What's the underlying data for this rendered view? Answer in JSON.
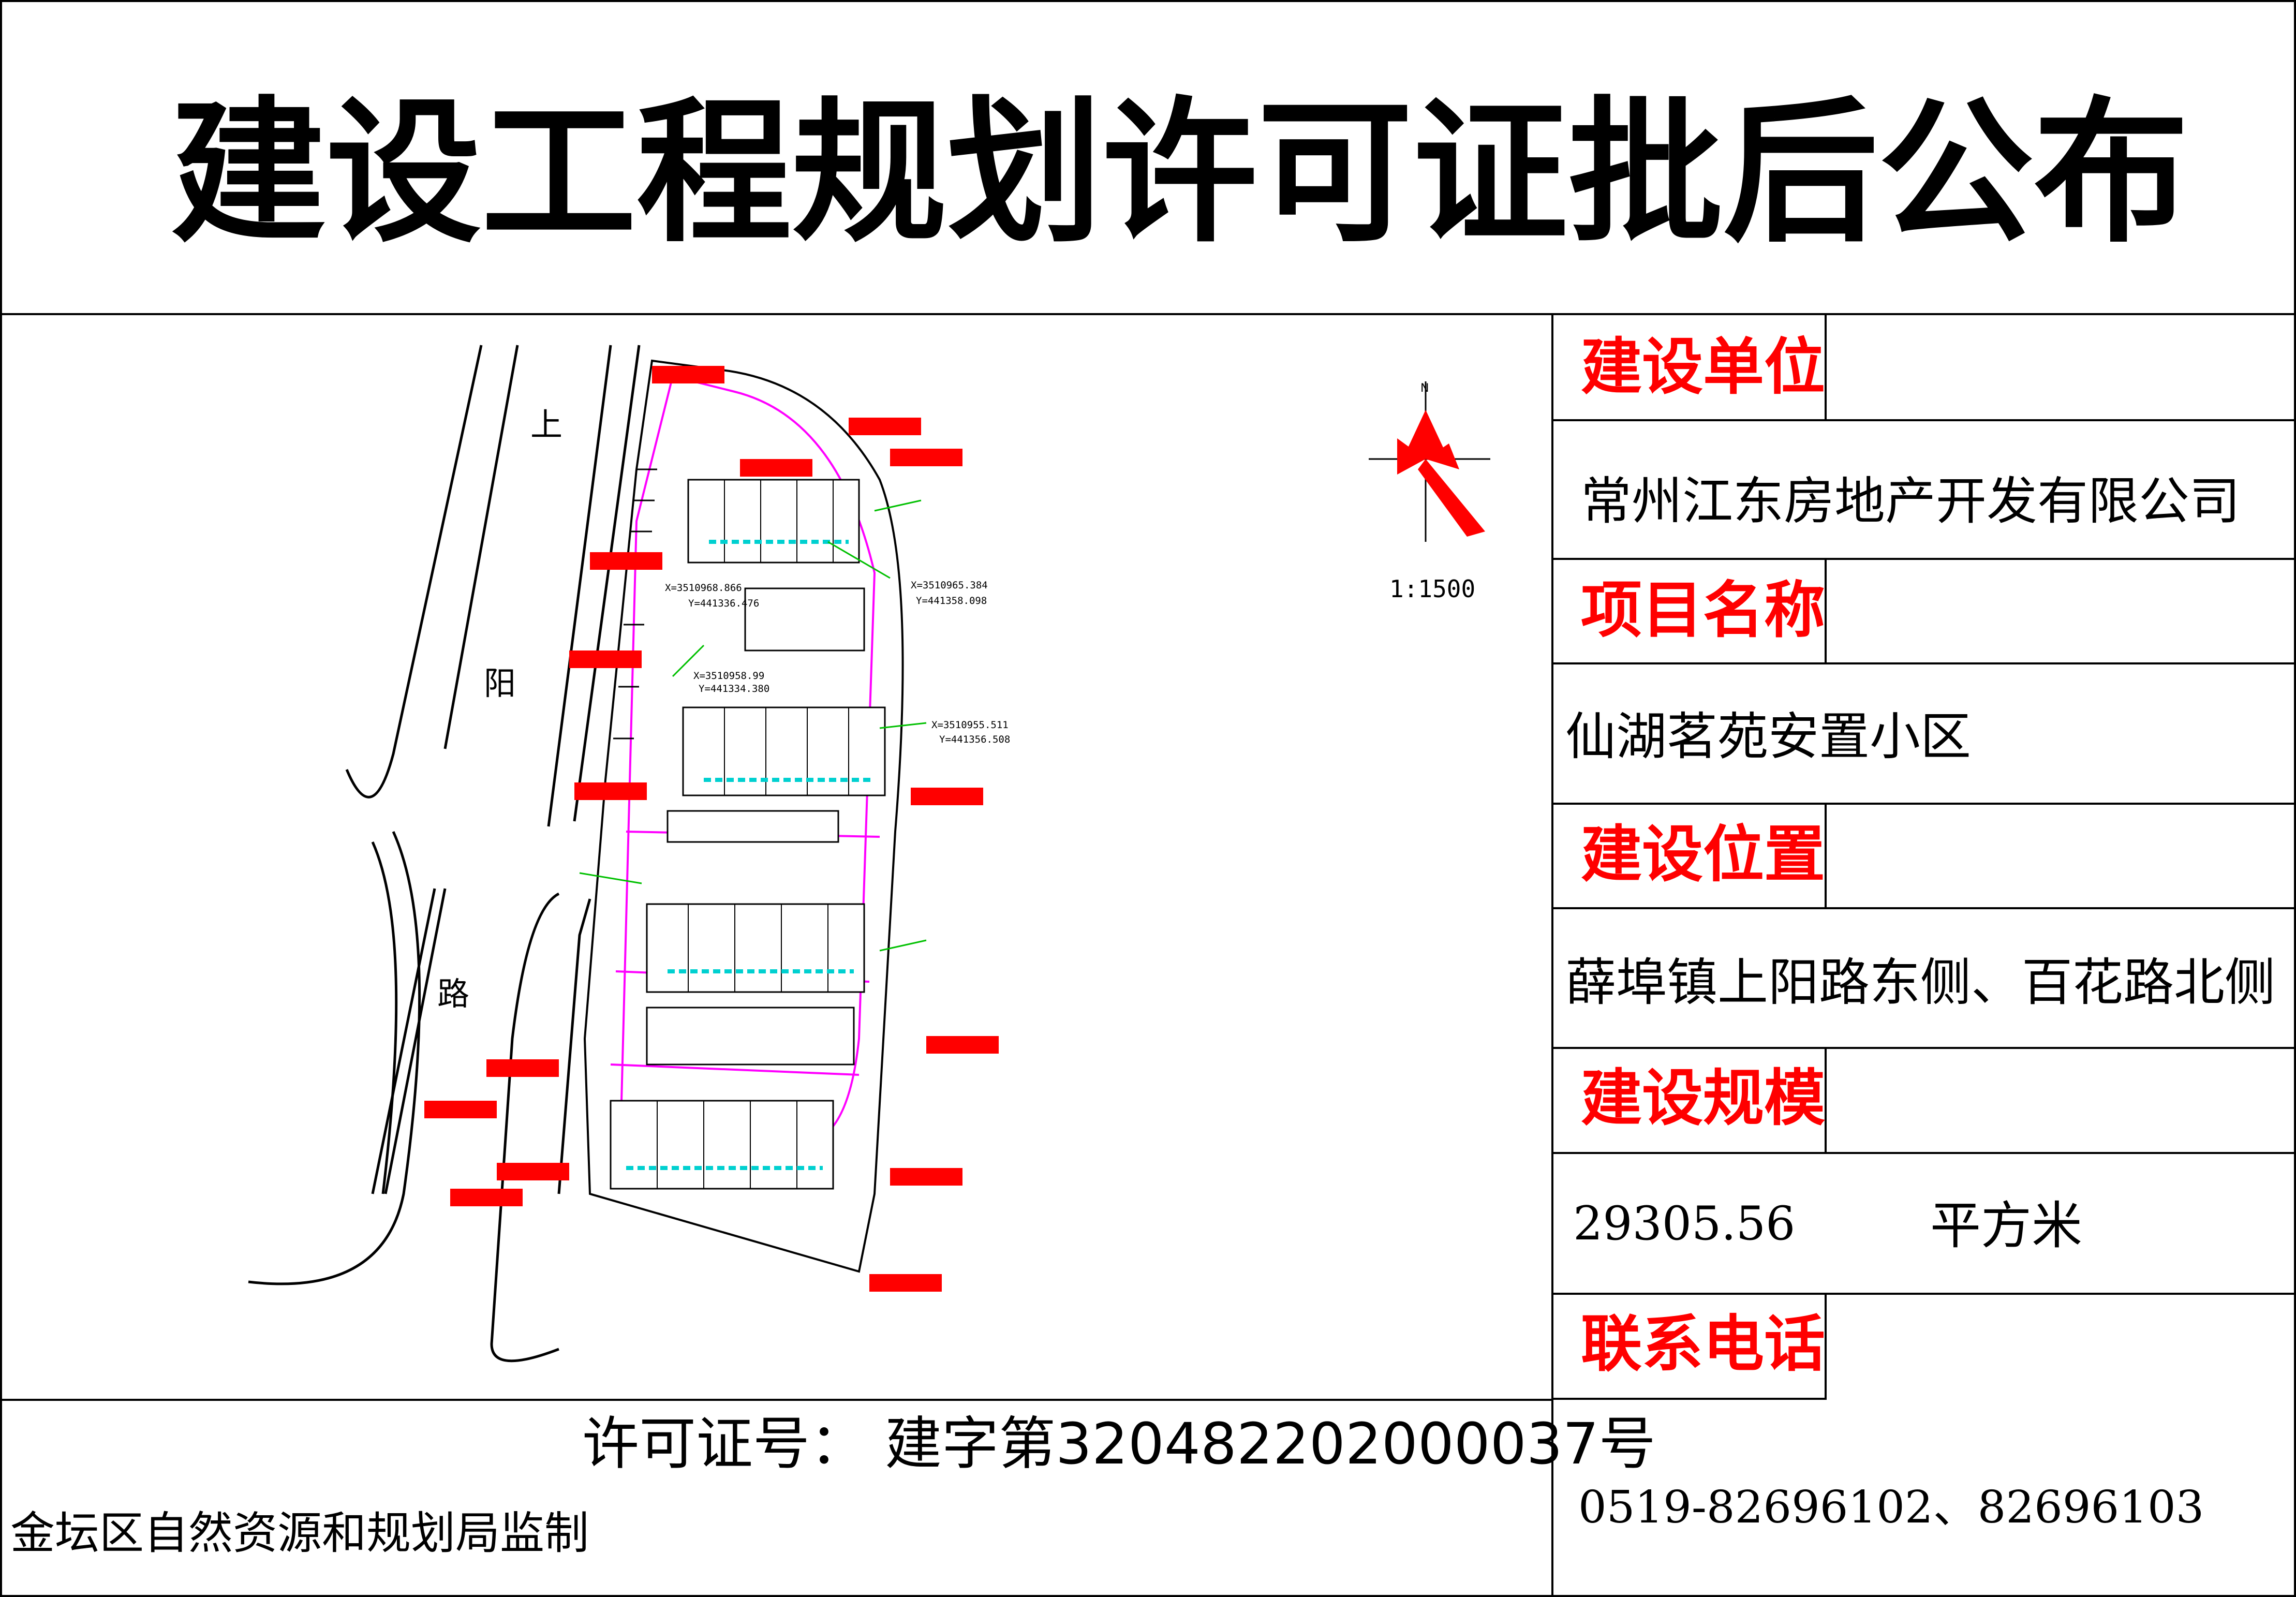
{
  "title": "建设工程规划许可证批后公布",
  "fields": [
    {
      "label": "建设单位",
      "value": "常州江东房地产开发有限公司"
    },
    {
      "label": "项目名称",
      "value": "仙湖茗苑安置小区"
    },
    {
      "label": "建设位置",
      "value": "薛埠镇上阳路东侧、百花路北侧"
    },
    {
      "label": "建设规模",
      "value": "29305.56",
      "unit": "平方米"
    },
    {
      "label": "联系电话",
      "value": "0519-82696102、82696103"
    }
  ],
  "permit": "许可证号：  建字第320482202000037号",
  "issuer": "金坛区自然资源和规划局监制",
  "plan": {
    "scale": "1:1500",
    "north": "N",
    "road_chars": [
      "上",
      "阳",
      "路"
    ],
    "coords": [
      {
        "x": "X=3510968.866",
        "y": "Y=441336.476"
      },
      {
        "x": "X=3510965.384",
        "y": "Y=441358.098"
      },
      {
        "x": "X=3510958.99",
        "y": "Y=441334.380"
      },
      {
        "x": "X=3510955.511",
        "y": "Y=441356.508"
      }
    ]
  },
  "colors": {
    "label": "#ff0000",
    "line": "#000000",
    "plan_magenta": "#ff00ff",
    "plan_green": "#00c000",
    "plan_cyan": "#00d0d0"
  }
}
